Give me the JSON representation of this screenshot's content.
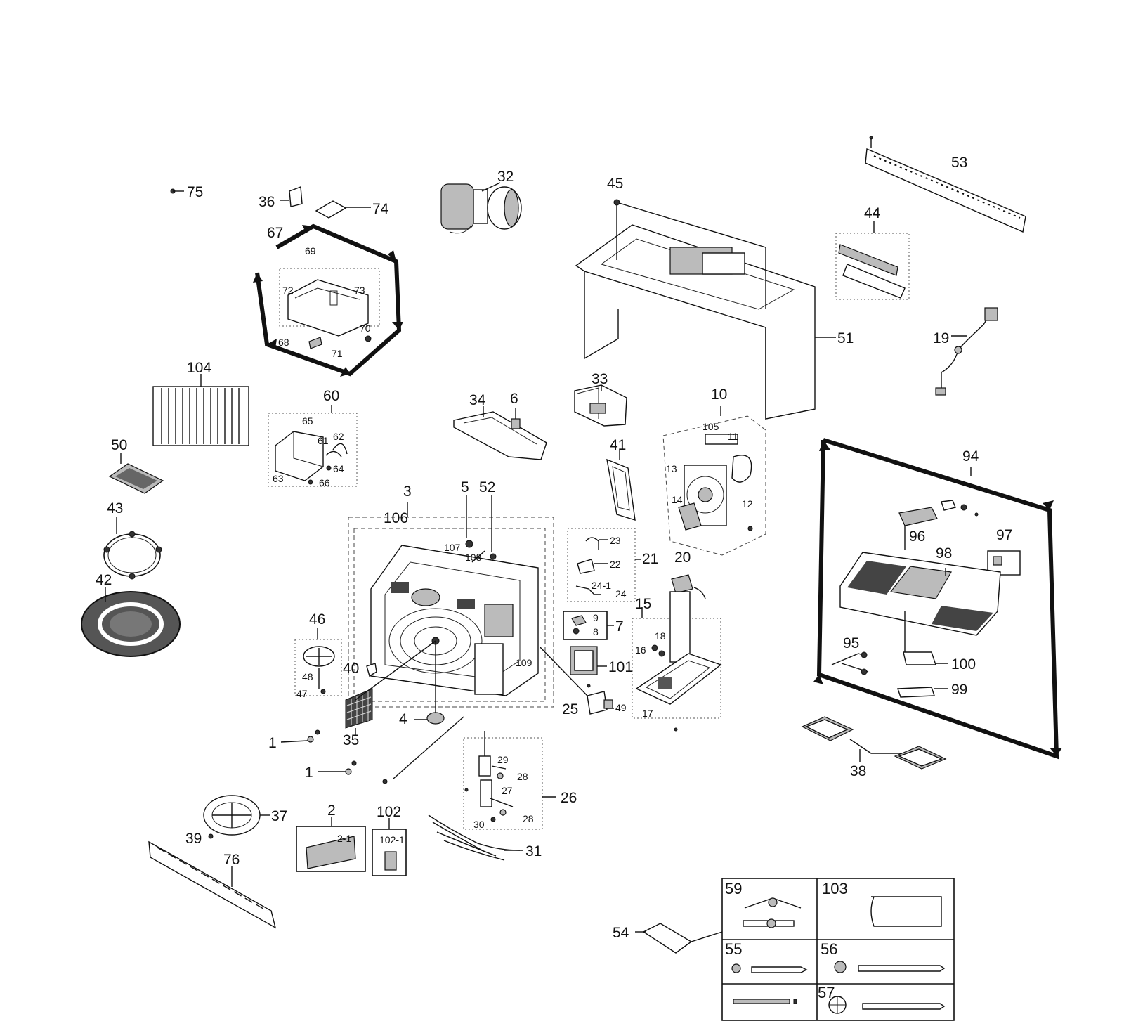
{
  "diagram": {
    "part_numbers": {
      "p1a": "1",
      "p1b": "1",
      "p2": "2",
      "p2_1": "2-1",
      "p3": "3",
      "p4": "4",
      "p5": "5",
      "p6": "6",
      "p7": "7",
      "p8": "8",
      "p9": "9",
      "p10": "10",
      "p11": "11",
      "p12": "12",
      "p13": "13",
      "p14": "14",
      "p15": "15",
      "p16": "16",
      "p17": "17",
      "p18": "18",
      "p19": "19",
      "p20": "20",
      "p21": "21",
      "p22": "22",
      "p23": "23",
      "p24": "24",
      "p24_1": "24-1",
      "p25": "25",
      "p26": "26",
      "p27": "27",
      "p28a": "28",
      "p28b": "28",
      "p29": "29",
      "p30": "30",
      "p31": "31",
      "p32": "32",
      "p33": "33",
      "p34": "34",
      "p35": "35",
      "p36": "36",
      "p37": "37",
      "p38": "38",
      "p39": "39",
      "p40": "40",
      "p41": "41",
      "p42": "42",
      "p43": "43",
      "p44": "44",
      "p45": "45",
      "p46": "46",
      "p47": "47",
      "p48": "48",
      "p49": "49",
      "p50": "50",
      "p51": "51",
      "p52": "52",
      "p53": "53",
      "p54": "54",
      "p55": "55",
      "p56": "56",
      "p57": "57",
      "p59": "59",
      "p60": "60",
      "p61": "61",
      "p62": "62",
      "p63": "63",
      "p64": "64",
      "p65": "65",
      "p66": "66",
      "p67": "67",
      "p68": "68",
      "p69": "69",
      "p70": "70",
      "p71": "71",
      "p72": "72",
      "p73": "73",
      "p74": "74",
      "p75": "75",
      "p76": "76",
      "p94": "94",
      "p95": "95",
      "p96": "96",
      "p97": "97",
      "p98": "98",
      "p99": "99",
      "p100": "100",
      "p101": "101",
      "p102": "102",
      "p102_1": "102-1",
      "p103": "103",
      "p104": "104",
      "p105": "105",
      "p106": "106",
      "p107": "107",
      "p108": "108",
      "p109": "109"
    }
  }
}
